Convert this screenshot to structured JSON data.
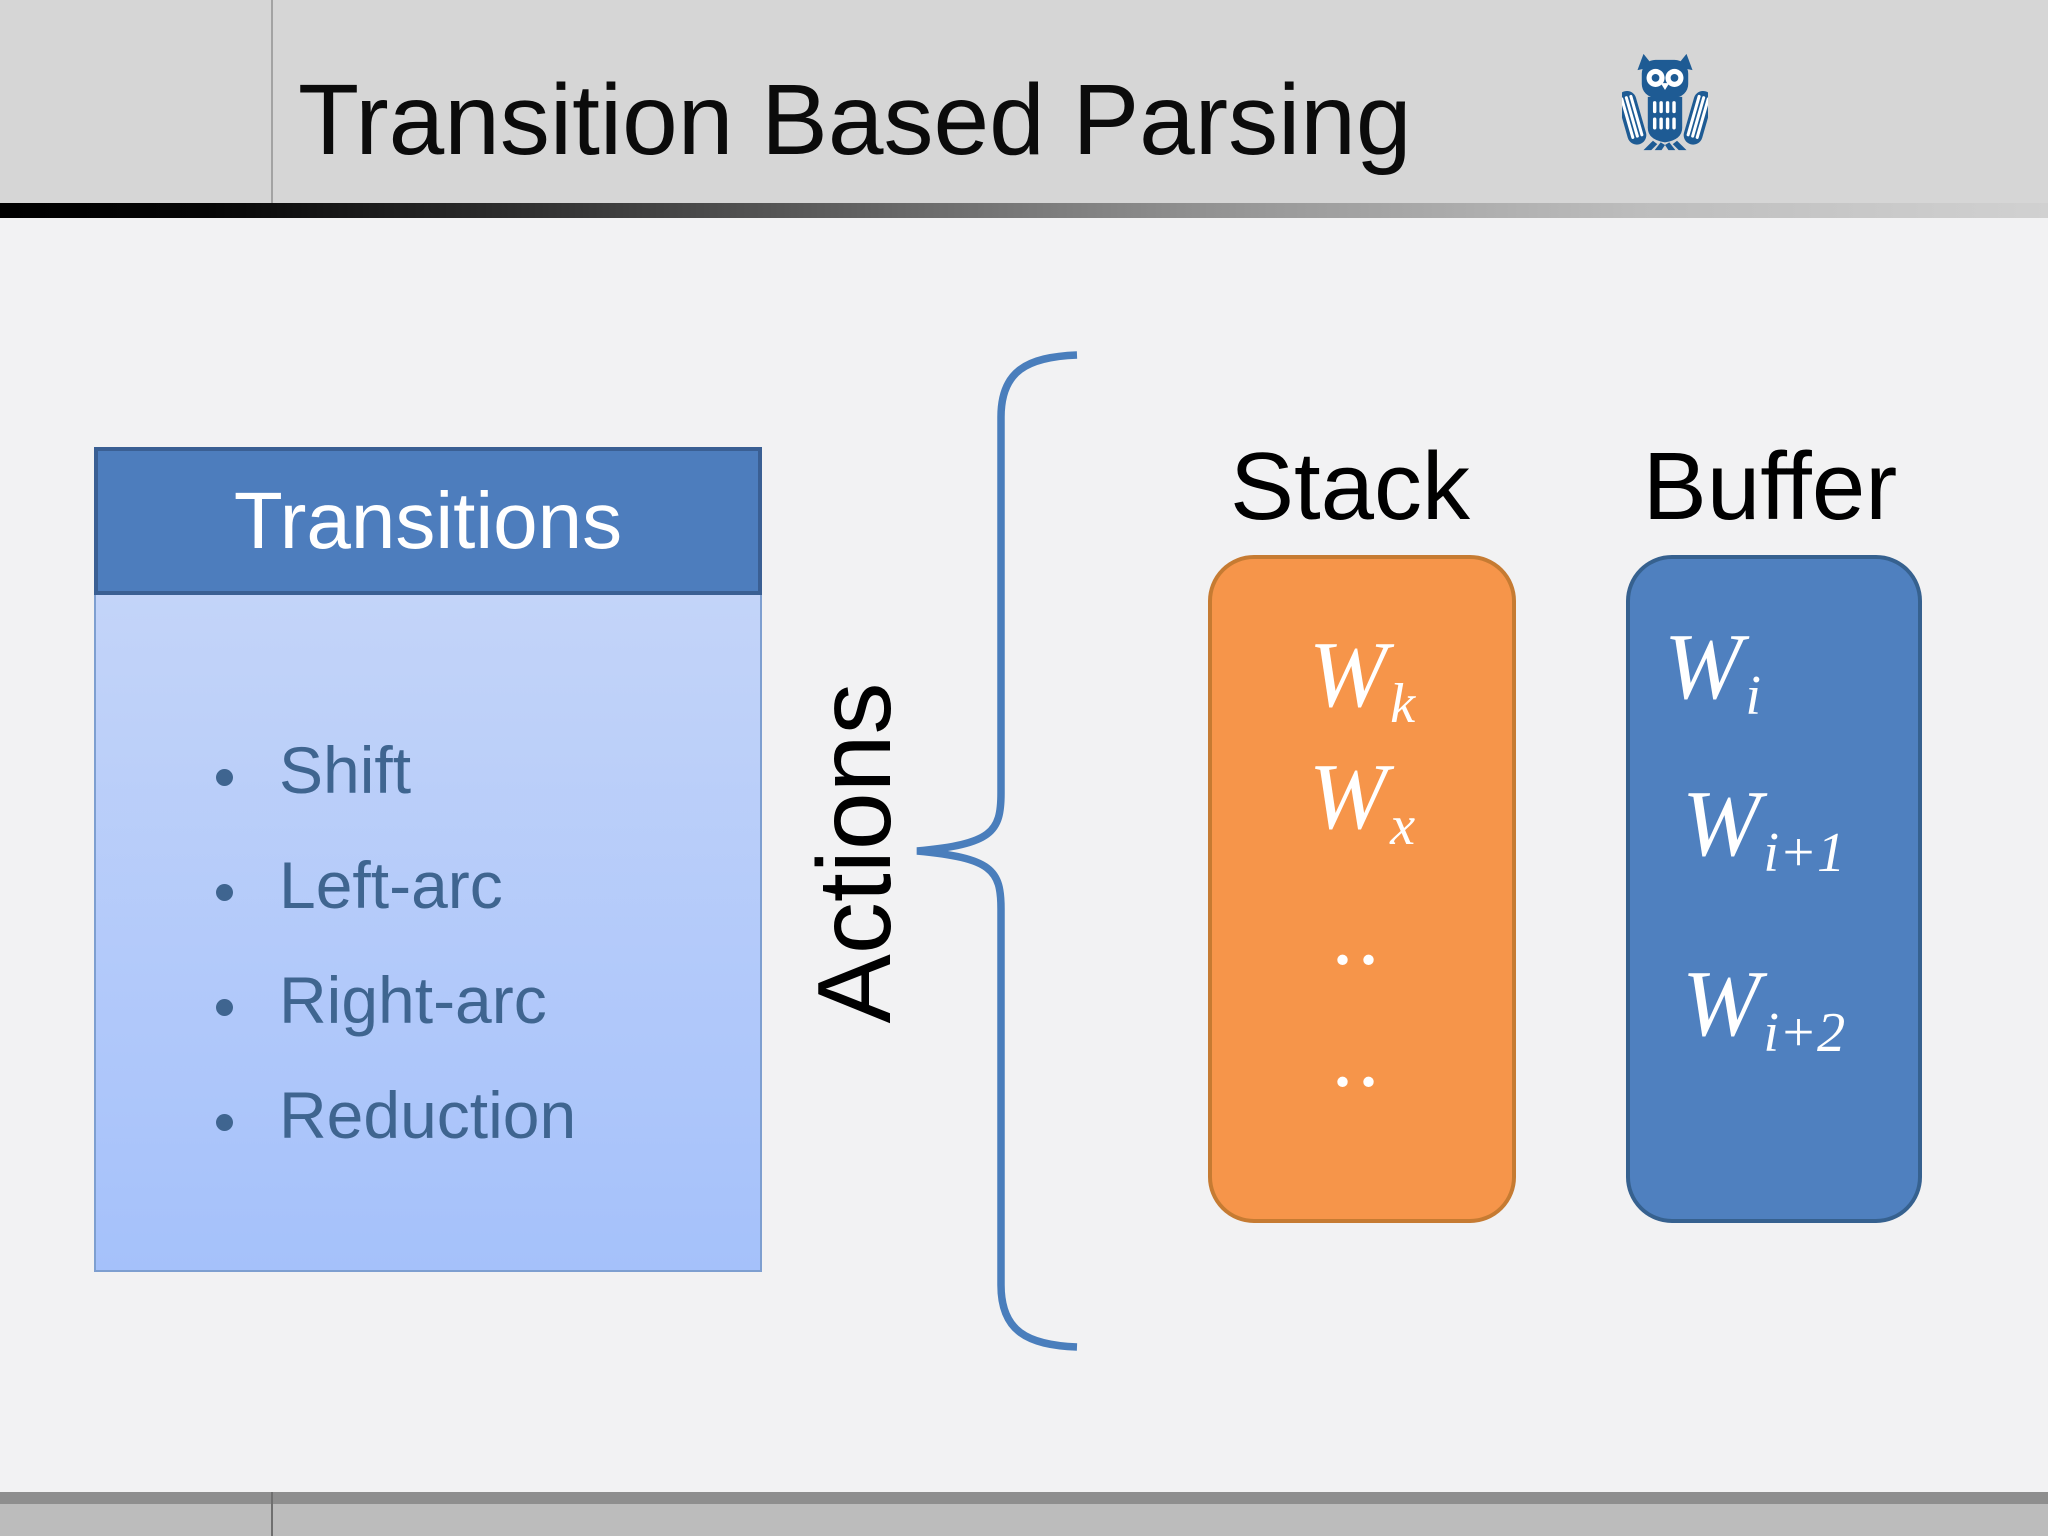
{
  "header": {
    "title": "Transition Based Parsing",
    "logo_icon": "saarland-university-owl"
  },
  "slide": {
    "transitions": {
      "header": "Transitions",
      "items": [
        "Shift",
        "Left-arc",
        "Right-arc",
        "Reduction"
      ]
    },
    "actions_label": "Actions",
    "stack": {
      "label": "Stack",
      "items": [
        {
          "base": "W",
          "sub": "k"
        },
        {
          "base": "W",
          "sub": "x"
        },
        {
          "base": "..",
          "sub": ""
        },
        {
          "base": "..",
          "sub": ""
        }
      ]
    },
    "buffer": {
      "label": "Buffer",
      "items": [
        {
          "base": "W",
          "sub": "i"
        },
        {
          "base": "W",
          "sub": "i+1"
        },
        {
          "base": "W",
          "sub": "i+2"
        }
      ]
    }
  },
  "colors": {
    "band_gray": "#d6d6d6",
    "divider_line": "#a3a3a3",
    "slide_bg": "#f2f2f3",
    "bottom_gray": "#bcbcbc",
    "bottom_strip": "#8e8e8e",
    "title_black": "#0b0b0b",
    "header_blue": "#4d7dbd",
    "header_border": "#3a5f93",
    "body_blue_top": "#c3d4f9",
    "body_blue_bottom": "#a5c1fa",
    "body_border": "#7e9fd0",
    "bullet_text": "#3f6590",
    "brace_blue": "#4a7ebc",
    "stack_orange": "#f6954a",
    "stack_border": "#c67b32",
    "buffer_blue": "#4f80bf",
    "buffer_border": "#36618f",
    "owl_blue": "#1e5b94"
  }
}
